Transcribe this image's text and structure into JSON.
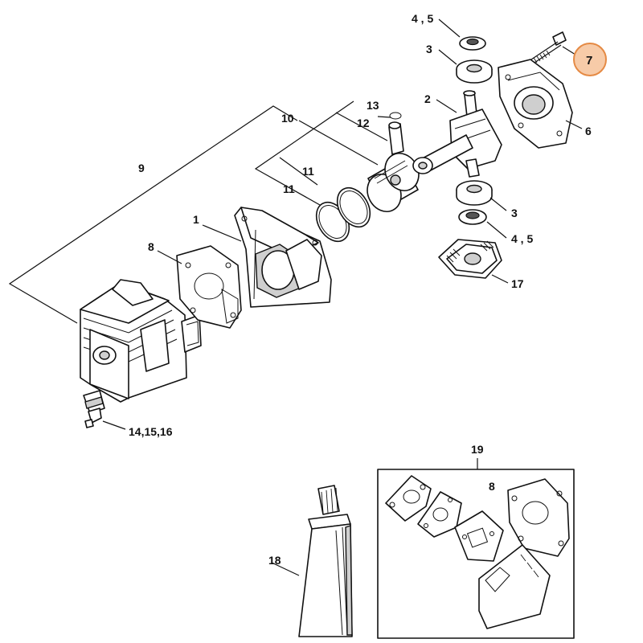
{
  "callouts": {
    "c1": "1",
    "c2": "2",
    "c3a": "3",
    "c3b": "3",
    "c45a": "4 , 5",
    "c45b": "4 , 5",
    "c6": "6",
    "c7": "7",
    "c8a": "8",
    "c8b": "8",
    "c9": "9",
    "c10": "10",
    "c11a": "11",
    "c11b": "11",
    "c12": "12",
    "c13": "13",
    "c141516": "14,15,16",
    "c17": "17",
    "c18": "18",
    "c19": "19"
  },
  "highlighted_callout": "7",
  "colors": {
    "highlight_fill": "#f7cba8",
    "highlight_stroke": "#e58a44"
  }
}
